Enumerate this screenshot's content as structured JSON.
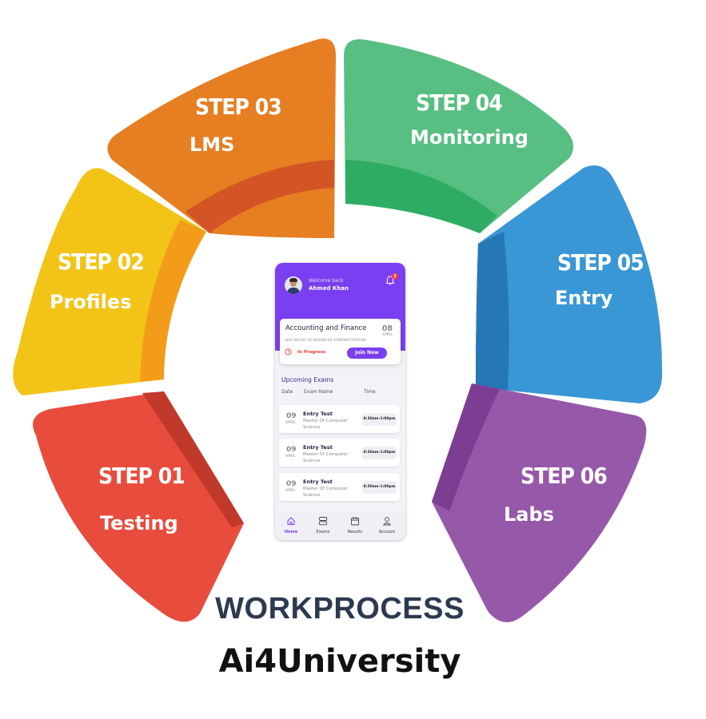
{
  "steps": [
    {
      "number": "STEP 01",
      "name": "Testing",
      "color": "#e84c3d",
      "band": "#c0392b"
    },
    {
      "number": "STEP 02",
      "name": "Profiles",
      "color": "#f2c418",
      "band": "#f39c1a"
    },
    {
      "number": "STEP 03",
      "name": "LMS",
      "color": "#e67e22",
      "band": "#d35424"
    },
    {
      "number": "STEP 04",
      "name": "Monitoring",
      "color": "#58bf82",
      "band": "#2eac64"
    },
    {
      "number": "STEP 05",
      "name": "Entry",
      "color": "#3a97d5",
      "band": "#2677b5"
    },
    {
      "number": "STEP 06",
      "name": "Labs",
      "color": "#9658a8",
      "band": "#7d3d93"
    }
  ],
  "phone": {
    "welcome": "Welcome back",
    "user": "Ahmed Khan",
    "notification_count": "3",
    "course": {
      "title": "Accounting and Finance",
      "subtitle": "BACHELOR OF BUSINESS ADMINISTRATION",
      "day": "08",
      "month": "APRIL",
      "status": "In Progress",
      "join_label": "Join Now"
    },
    "upcoming_title": "Upcoming Exams",
    "columns": {
      "date": "Date",
      "exam": "Exam Name",
      "time": "Time"
    },
    "exams": [
      {
        "day": "09",
        "month": "APRIL",
        "name": "Entry Test",
        "subject": "Master Of Computer Science",
        "time": "8:30am-1:00pm"
      },
      {
        "day": "09",
        "month": "APRIL",
        "name": "Entry Test",
        "subject": "Master Of Computer Science",
        "time": "8:30am-1:00pm"
      },
      {
        "day": "09",
        "month": "APRIL",
        "name": "Entry Test",
        "subject": "Master Of Computer Science",
        "time": "8:30am-1:00pm"
      }
    ],
    "tabs": [
      {
        "label": "Home",
        "icon": "home-icon"
      },
      {
        "label": "Exams",
        "icon": "exams-icon"
      },
      {
        "label": "Results",
        "icon": "calendar-icon"
      },
      {
        "label": "Account",
        "icon": "user-icon"
      }
    ],
    "accent": "#7a3ff0"
  },
  "brand": {
    "workprocess": "WORKPROCESS",
    "university": "Ai4University"
  }
}
